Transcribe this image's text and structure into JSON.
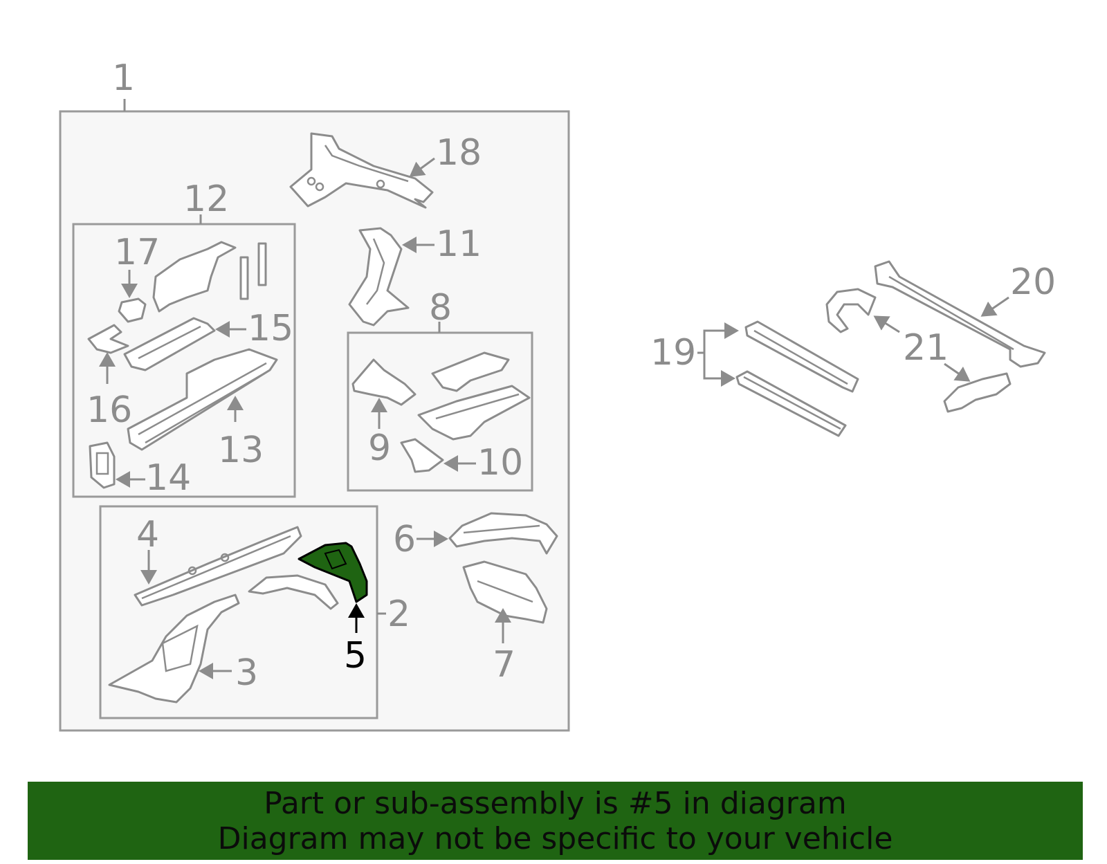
{
  "callouts": {
    "c1": "1",
    "c2": "2",
    "c3": "3",
    "c4": "4",
    "c5": "5",
    "c6": "6",
    "c7": "7",
    "c8": "8",
    "c9": "9",
    "c10": "10",
    "c11": "11",
    "c12": "12",
    "c13": "13",
    "c14": "14",
    "c15": "15",
    "c16": "16",
    "c17": "17",
    "c18": "18",
    "c19": "19",
    "c20": "20",
    "c21": "21"
  },
  "highlight": {
    "part": "5",
    "color": "#1f6412"
  },
  "banner": {
    "line1": "Part or sub-assembly is #5 in diagram",
    "line2": "Diagram may not be specific to your vehicle",
    "background": "#1f6412"
  }
}
